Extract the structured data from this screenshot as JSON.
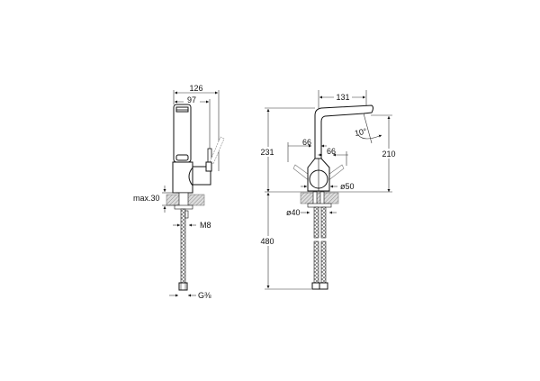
{
  "drawing": {
    "title": "Faucet technical dimension drawing",
    "side_view": {
      "dimensions": {
        "overall_depth": "126",
        "body_depth": "97",
        "max_counter_thickness": "max.30",
        "thread": "M8",
        "connection": "G⅜"
      }
    },
    "front_view": {
      "dimensions": {
        "spout_reach": "131",
        "total_height": "231",
        "spout_height": "210",
        "handle_left": "66",
        "handle_right": "66",
        "swivel_angle": "10°",
        "base_diameter": "ø50",
        "mount_diameter": "ø40",
        "hose_length": "480"
      }
    },
    "colors": {
      "line": "#111111",
      "hatch": "#888888",
      "background": "#ffffff"
    }
  }
}
